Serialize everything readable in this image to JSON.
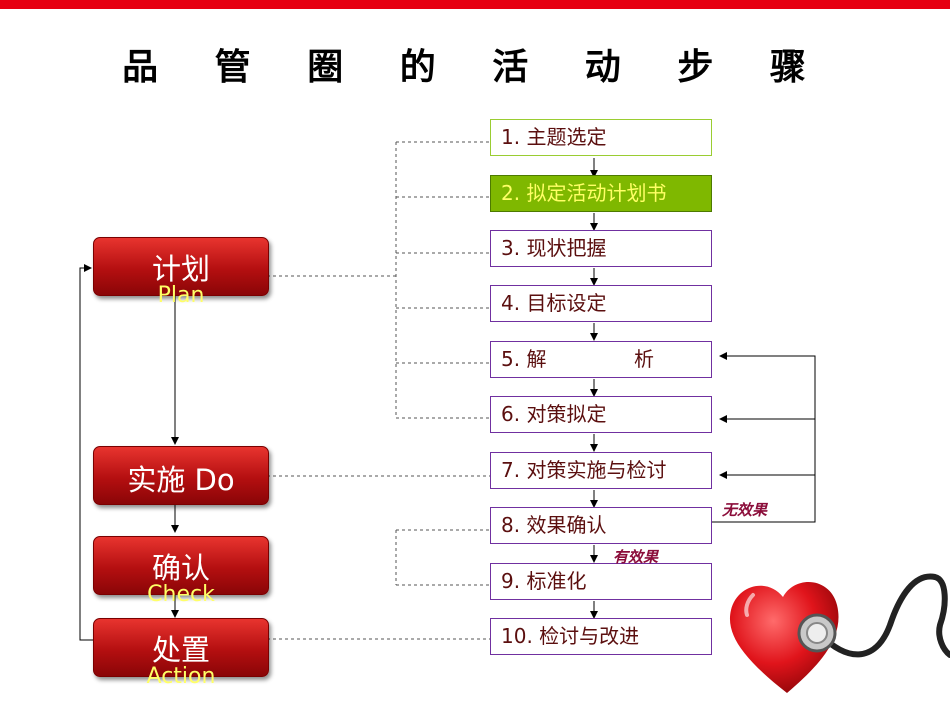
{
  "title": "品 管 圈 的 活 动 步 骤",
  "phases": [
    {
      "zh": "计划",
      "en": "Plan"
    },
    {
      "zh": "实施   Do",
      "en": ""
    },
    {
      "zh": "确认",
      "en": "Check"
    },
    {
      "zh": "处置",
      "en": "Action"
    }
  ],
  "steps": [
    "1. 主题选定",
    "2. 拟定活动计划书",
    "3. 现状把握",
    "4. 目标设定",
    "5. 解",
    "6. 对策拟定",
    "7. 对策实施与检讨",
    "8. 效果确认",
    "9. 标准化",
    "10. 检讨与改进"
  ],
  "step5_part2": "析",
  "notes": {
    "no_effect": "无效果",
    "effect": "有效果"
  },
  "colors": {
    "accent_red": "#e60012",
    "active_step": "#7fb800",
    "step_border": "#7030a0"
  }
}
